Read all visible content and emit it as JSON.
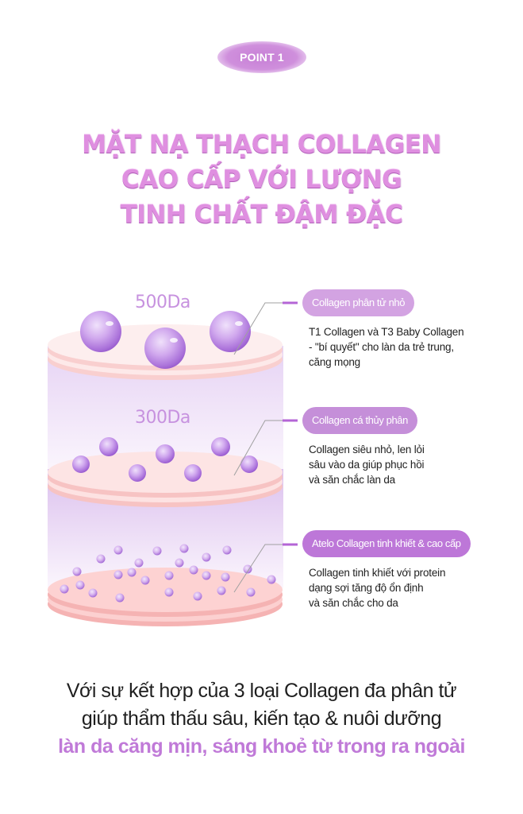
{
  "badge": {
    "label": "POINT 1"
  },
  "headline": {
    "lines": [
      "MẶT NẠ THẠCH COLLAGEN",
      "CAO CẤP VỚI LƯỢNG",
      "TINH CHẤT ĐẬM ĐẶC"
    ],
    "color": "#df8fe0"
  },
  "diagram": {
    "layers": [
      {
        "molecule_size": "500Da",
        "title": "Collagen phân tử nhỏ",
        "pill_color": "#d3a3e2",
        "description": [
          "T1 Collagen và T3 Baby Collagen",
          "- \"bí quyết\" cho làn da trẻ trung,",
          "căng mọng"
        ]
      },
      {
        "molecule_size": "300Da",
        "title": "Collagen cá thủy phân",
        "pill_color": "#c58fd9",
        "description": [
          "Collagen siêu nhỏ, len lỏi",
          "sâu vào da giúp phục hồi",
          "và săn chắc làn da"
        ]
      },
      {
        "molecule_size": "",
        "title": "Atelo Collagen tinh khiết & cao cấp",
        "pill_color": "#bd77d8",
        "description": [
          "Collagen tinh khiết với protein",
          "dạng sợi tăng độ ổn định",
          "và săn chắc cho da"
        ]
      }
    ],
    "colors": {
      "disc_top": "#fde8e8",
      "disc_mid": "#fddcdc",
      "disc_bottom": "#fcc9c9",
      "column": "#e7d4f2",
      "sphere": "#b77fdc",
      "leader_accent": "#b465d6",
      "leader_line": "#999999"
    }
  },
  "summary": {
    "line1": "Với sự kết hợp của 3 loại Collagen đa phân tử",
    "line2": "giúp thẩm thấu sâu, kiến tạo & nuôi dưỡng",
    "line3": "làn da căng mịn, sáng khoẻ từ trong ra ngoài",
    "accent_color": "#c07ad8"
  }
}
